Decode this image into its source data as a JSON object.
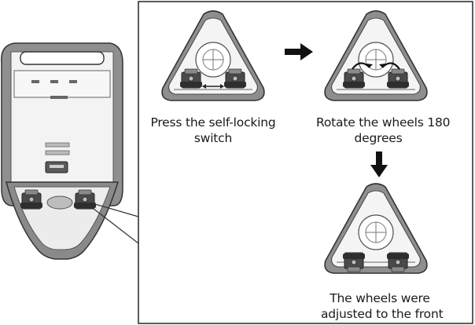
{
  "steps": [
    {
      "line1": "Press the self-locking",
      "line2": "switch"
    },
    {
      "line1": "Rotate the wheels 180",
      "line2": "degrees"
    },
    {
      "line1": "The wheels were",
      "line2": "adjusted to the front"
    }
  ],
  "icons": {
    "arrow_right": "arrow-right-icon",
    "arrow_down": "arrow-down-icon",
    "rotate": "rotate-arrows-icon",
    "press": "press-arrows-icon"
  },
  "colors": {
    "outline": "#3a3a3a",
    "body_fill": "#f2f2f2",
    "side_shade": "#9a9a9a",
    "dark_shade": "#6e6e6e"
  }
}
